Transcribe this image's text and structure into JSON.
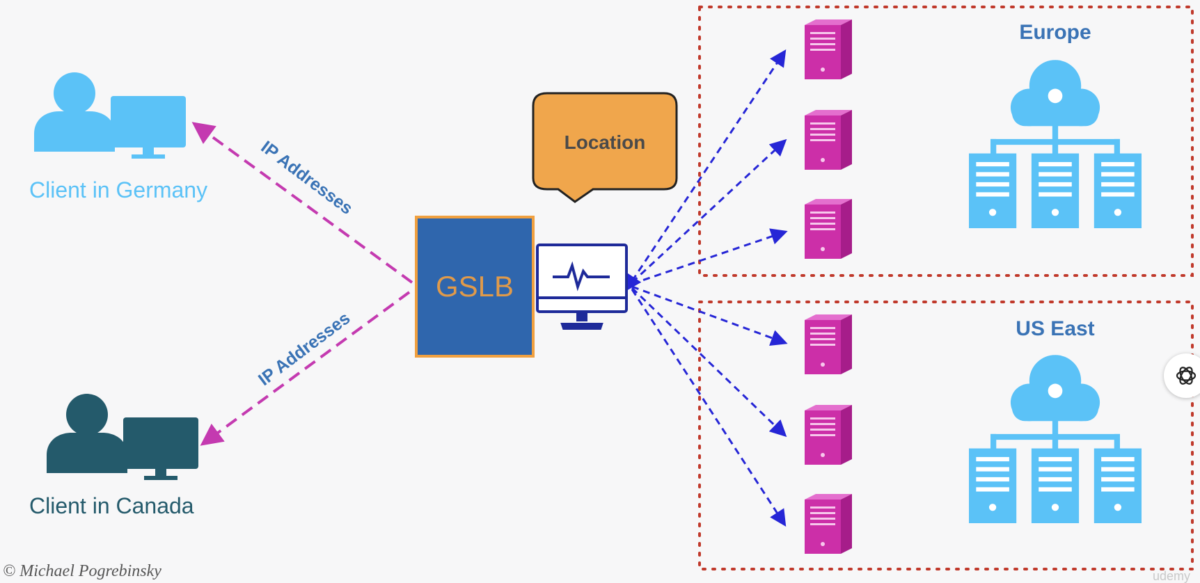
{
  "clients": {
    "germany_label": "Client in Germany",
    "canada_label": "Client in Canada"
  },
  "arrows": {
    "upper_label": "IP Addresses",
    "lower_label": "IP Addresses"
  },
  "gslb": {
    "label": "GSLB"
  },
  "callout": {
    "label": "Location"
  },
  "regions": {
    "europe_label": "Europe",
    "useast_label": "US East"
  },
  "credit": "© Michael Pogrebinsky",
  "watermark": "udemy",
  "icons": {
    "client_germany": "user-computer-icon",
    "client_canada": "user-computer-icon",
    "monitor": "health-monitor-icon",
    "server": "server-tower-icon",
    "datacenter": "cloud-datacenter-icon",
    "assistant": "chatgpt-icon"
  },
  "colors": {
    "client_germany": "#5bc2f7",
    "client_canada": "#245a6b",
    "ip_arrow": "#c43ab0",
    "health_arrow": "#2626d6",
    "gslb_fill": "#2f66ad",
    "gslb_border": "#f0a040",
    "gslb_text": "#e09a4a",
    "callout_fill": "#f0a64c",
    "server": "#cc2fa8",
    "datacenter": "#5bc2f7",
    "region_border": "#c0392b",
    "region_title": "#3a73b5"
  }
}
